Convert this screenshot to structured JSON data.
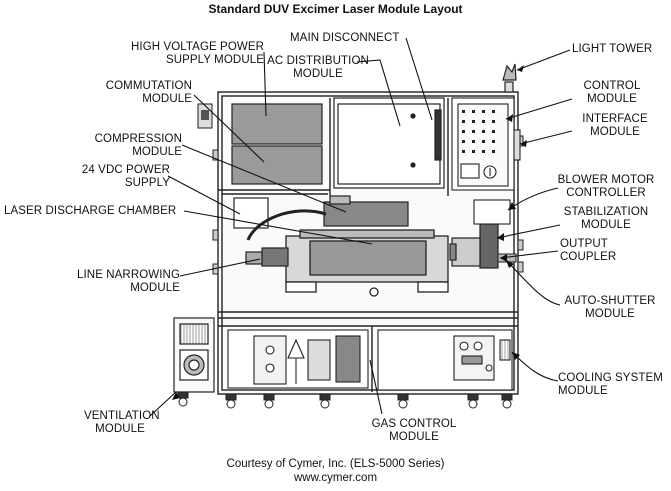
{
  "title": "Standard DUV Excimer Laser Module Layout",
  "labels": {
    "hv_power_supply": [
      "HIGH VOLTAGE POWER",
      "SUPPLY MODULE"
    ],
    "commutation": [
      "COMMUTATION",
      "MODULE"
    ],
    "compression": [
      "COMPRESSION",
      "MODULE"
    ],
    "vdc_power": [
      "24 VDC POWER",
      "SUPPLY"
    ],
    "discharge_chamber": [
      "LASER DISCHARGE CHAMBER"
    ],
    "line_narrowing": [
      "LINE NARROWING",
      "MODULE"
    ],
    "ventilation": [
      "VENTILATION",
      "MODULE"
    ],
    "main_disconnect": [
      "MAIN DISCONNECT"
    ],
    "ac_distribution": [
      "AC DISTRIBUTION",
      "MODULE"
    ],
    "light_tower": [
      "LIGHT TOWER"
    ],
    "control": [
      "CONTROL",
      "MODULE"
    ],
    "interface": [
      "INTERFACE",
      "MODULE"
    ],
    "blower_motor": [
      "BLOWER MOTOR",
      "CONTROLLER"
    ],
    "stabilization": [
      "STABILIZATION",
      "MODULE"
    ],
    "output_coupler": [
      "OUTPUT",
      "COUPLER"
    ],
    "auto_shutter": [
      "AUTO-SHUTTER",
      "MODULE"
    ],
    "cooling_system": [
      "COOLING SYSTEM",
      "MODULE"
    ],
    "gas_control": [
      "GAS CONTROL",
      "MODULE"
    ]
  },
  "footer": {
    "credit": "Courtesy of Cymer, Inc. (ELS-5000 Series)",
    "url": "www.cymer.com"
  }
}
